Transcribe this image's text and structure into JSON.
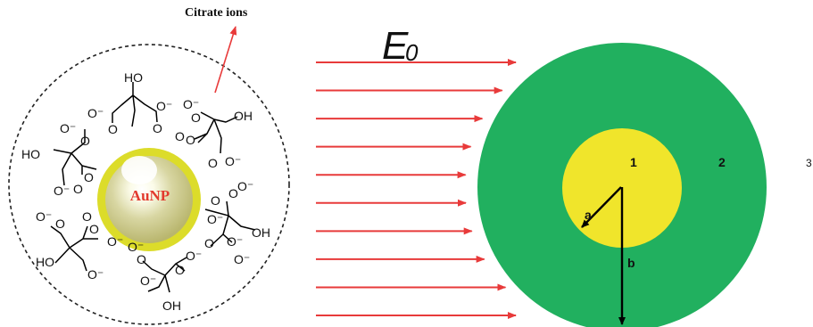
{
  "left_panel": {
    "callout_label": "Citrate ions",
    "particle_label": "AuNP",
    "ligand_texts": [
      "HO",
      "O⁻",
      "O",
      "O",
      "O⁻",
      "O⁻",
      "O",
      "O",
      "OH",
      "O",
      "O",
      "O⁻",
      "HO",
      "O",
      "O⁻",
      "O",
      "O",
      "O⁻",
      "O",
      "O⁻",
      "O",
      "O⁻",
      "O",
      "O⁻",
      "OH",
      "O⁻",
      "O",
      "O",
      "O⁻",
      "O",
      "O⁻",
      "HO",
      "O⁻",
      "O",
      "O⁻",
      "O⁻",
      "O",
      "O⁻",
      "OH"
    ]
  },
  "middle": {
    "field_label_main": "E",
    "field_label_sub": "0",
    "arrow_count": 10
  },
  "right_panel": {
    "inner_region_label": "1",
    "outer_region_label": "2",
    "inner_radius_label": "a",
    "outer_radius_label": "b",
    "edge_label": "3",
    "colors": {
      "shell": "#21b05f",
      "core": "#f0e52b",
      "arrows": "#e83a3a"
    }
  }
}
